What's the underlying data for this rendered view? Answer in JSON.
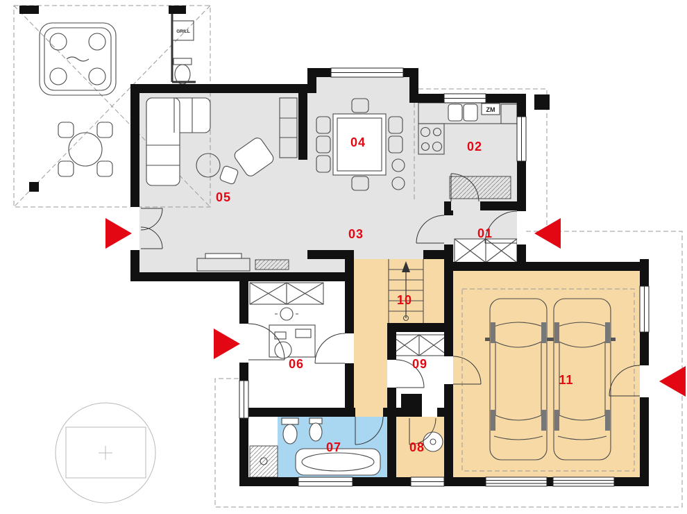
{
  "floorplan": {
    "room_labels": [
      "01",
      "02",
      "03",
      "04",
      "05",
      "06",
      "07",
      "08",
      "09",
      "10",
      "11"
    ],
    "annotations": {
      "grill": "GRILL",
      "kitchen_appliance": "ZM"
    },
    "colors": {
      "wall": "#111111",
      "room_gray": "#e4e4e4",
      "room_orange": "#f7d9a6",
      "room_blue": "#a9d6f0",
      "label_red": "#e30613",
      "arrow_red": "#e30613",
      "furniture_line": "#4a4a4a",
      "dashed_line": "#9a9a9a",
      "window_line": "#222222"
    }
  }
}
